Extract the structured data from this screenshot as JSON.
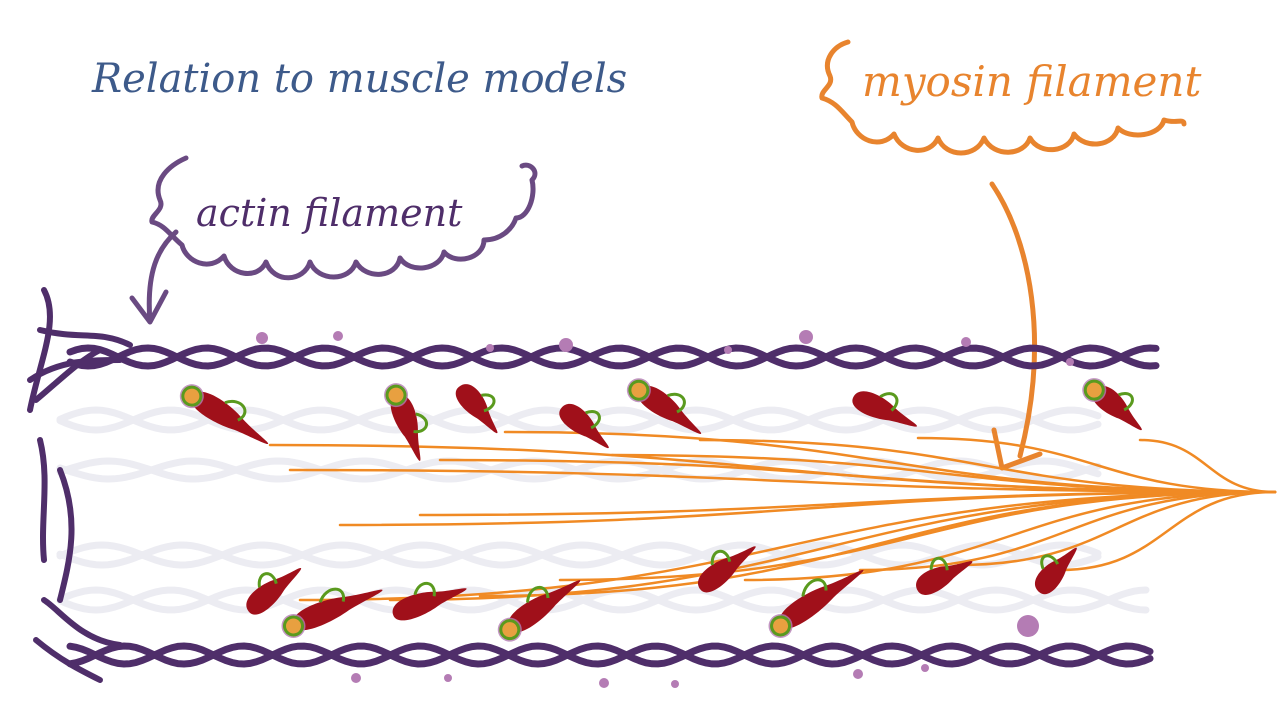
{
  "title": "Relation to muscle models",
  "labels": {
    "actin": "actin filament",
    "myosin": "myosin filament"
  },
  "colors": {
    "title": "#3d5a8a",
    "actin": "#6a4a82",
    "actin_dark": "#4f2e6a",
    "actin_bead": "#b47cb4",
    "myosin": "#f08a24",
    "myosin_label": "#e8842e",
    "head": "#a0101a",
    "head_ring": "#5a9a1e",
    "head_spot": "#e8a040",
    "ghost": "#ececf2"
  }
}
